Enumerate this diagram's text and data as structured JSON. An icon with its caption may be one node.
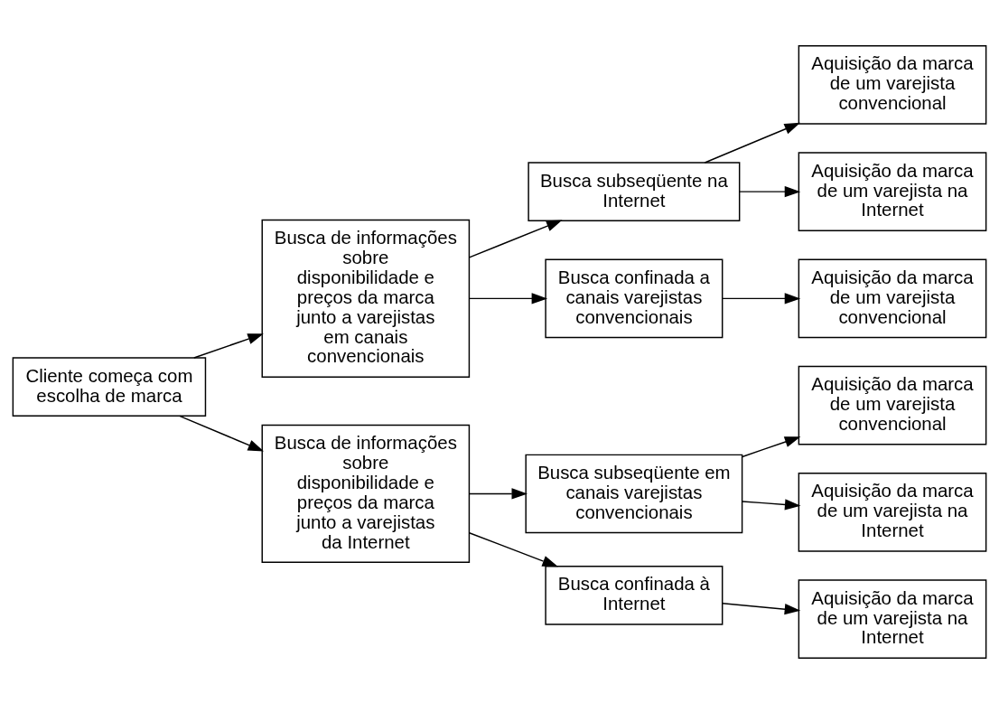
{
  "diagram": {
    "nodes": [
      {
        "text": [
          "Cliente começa com escolha de marca"
        ]
      },
      {
        "text": [
          "Busca de informações sobre disponibilidade e preços da marca junto a varejistas em canais convencionais"
        ]
      },
      {
        "text": [
          "Busca subseqüente na Internet"
        ]
      },
      {
        "text": [
          "Aquisição da marca de um varejista convencional"
        ]
      },
      {
        "text": [
          "Aquisição da marca de um varejista na Internet"
        ]
      },
      {
        "text": [
          "Busca confinada a canais varejistas convencionais"
        ]
      },
      {
        "text": [
          "Aquisição da marca de um varejista convencional"
        ]
      },
      {
        "text": [
          "Busca de informações sobre disponibilidade e preços da marca junto a varejistas da Internet"
        ]
      },
      {
        "text": [
          "Busca subseqüente em canais varejistas convencionais"
        ]
      },
      {
        "text": [
          "Aquisição da marca de um varejista convencional"
        ]
      },
      {
        "text": [
          "Aquisição da marca de um varejista na Internet"
        ]
      },
      {
        "text": [
          "Busca confinada à Internet"
        ]
      },
      {
        "text": [
          "Aquisição da marca de um varejista na Internet"
        ]
      }
    ],
    "edges": [
      {
        "from": 0,
        "to": 1,
        "arrow": "to"
      },
      {
        "from": 1,
        "to": 2,
        "arrow": "to"
      },
      {
        "from": 2,
        "to": 3,
        "arrow": "to"
      },
      {
        "from": 2,
        "to": 4,
        "arrow": "to"
      },
      {
        "from": 1,
        "to": 5,
        "arrow": "to"
      },
      {
        "from": 5,
        "to": 6,
        "arrow": "to"
      },
      {
        "from": 0,
        "to": 7,
        "arrow": "to"
      },
      {
        "from": 7,
        "to": 8,
        "arrow": "to"
      },
      {
        "from": 8,
        "to": 9,
        "arrow": "to"
      },
      {
        "from": 8,
        "to": 10,
        "arrow": "to"
      },
      {
        "from": 7,
        "to": 11,
        "arrow": "to"
      },
      {
        "from": 11,
        "to": 12,
        "arrow": "to"
      }
    ]
  }
}
